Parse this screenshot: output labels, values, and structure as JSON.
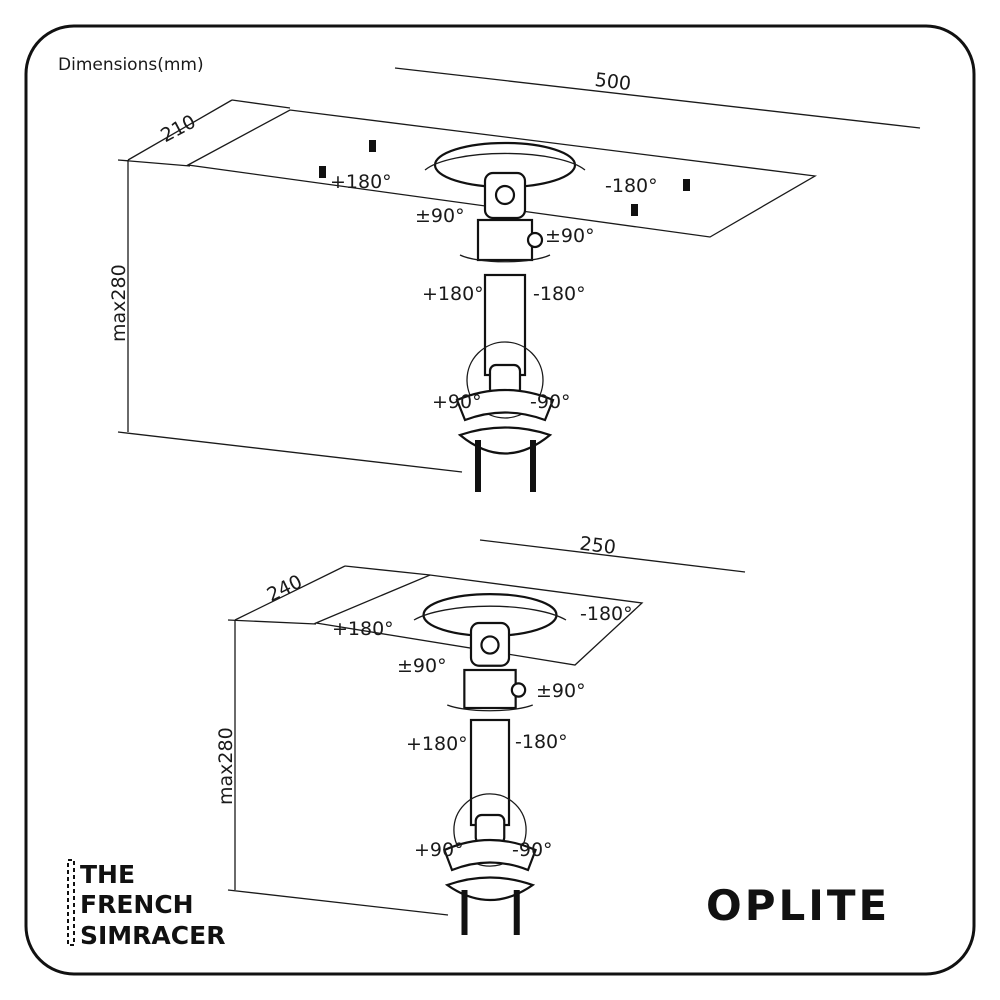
{
  "title": "Dimensions(mm)",
  "top_mount": {
    "width": "500",
    "depth": "210",
    "height": "max280",
    "plate_left": "+180°",
    "plate_right": "-180°",
    "tilt_left": "±90°",
    "tilt_right": "±90°",
    "swivel_left": "+180°",
    "swivel_right": "-180°",
    "clamp_left": "+90°",
    "clamp_right": "-90°"
  },
  "bottom_mount": {
    "width": "250",
    "depth": "240",
    "height": "max280",
    "plate_left": "+180°",
    "plate_right": "-180°",
    "tilt_left": "±90°",
    "tilt_right": "±90°",
    "swivel_left": "+180°",
    "swivel_right": "-180°",
    "clamp_left": "+90°",
    "clamp_right": "-90°"
  },
  "logos": {
    "left": [
      "THE",
      "FRENCH",
      "SIMRACER"
    ],
    "right": "OPLITE"
  },
  "colors": {
    "line": "#1a1a1a",
    "background": "#ffffff"
  }
}
